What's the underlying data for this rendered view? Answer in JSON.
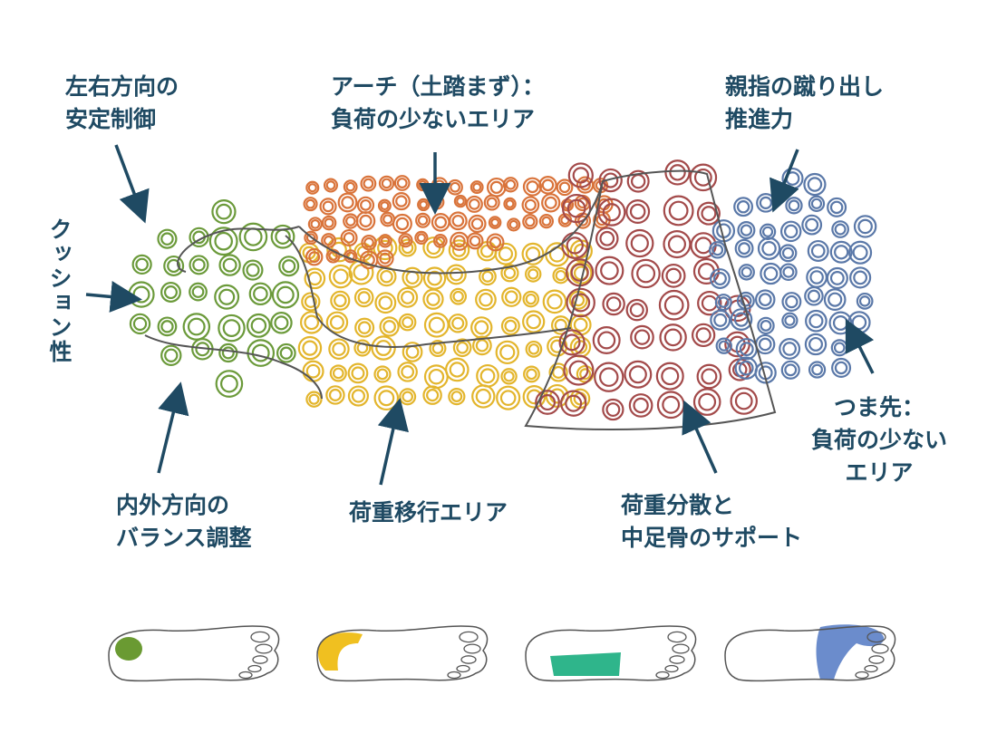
{
  "labels": {
    "lateral_control": [
      "左右方向の",
      "安定制御"
    ],
    "arch": [
      "アーチ（土踏まず）：",
      "負荷の少ないエリア"
    ],
    "big_toe": [
      "親指の蹴り出し",
      "推進力"
    ],
    "cushion": "クッション性",
    "toe_tip": [
      "つま先：",
      "負荷の少ない",
      "エリア"
    ],
    "medial_balance": [
      "内外方向の",
      "バランス調整"
    ],
    "load_transfer": "荷重移行エリア",
    "load_dispersion": [
      "荷重分散と",
      "中足骨のサポート"
    ]
  },
  "colors": {
    "label_text": "#1f4a63",
    "arrow": "#1f4a63",
    "heel_zone": "#6b9a3a",
    "transfer_zone": "#e3b52c",
    "arch_zone": "#d9733a",
    "metatarsal_zone": "#a34a4a",
    "toe_zone": "#5a78a8",
    "outline": "#555555",
    "thumb_heel": "#6a9a32",
    "thumb_transfer": "#f0c020",
    "thumb_midfoot": "#2fb58b",
    "thumb_toe": "#6b8ccc"
  },
  "footprints": [
    {
      "highlight": "heel-icon"
    },
    {
      "highlight": "transfer-icon"
    },
    {
      "highlight": "midfoot-icon"
    },
    {
      "highlight": "forefoot-icon"
    }
  ]
}
